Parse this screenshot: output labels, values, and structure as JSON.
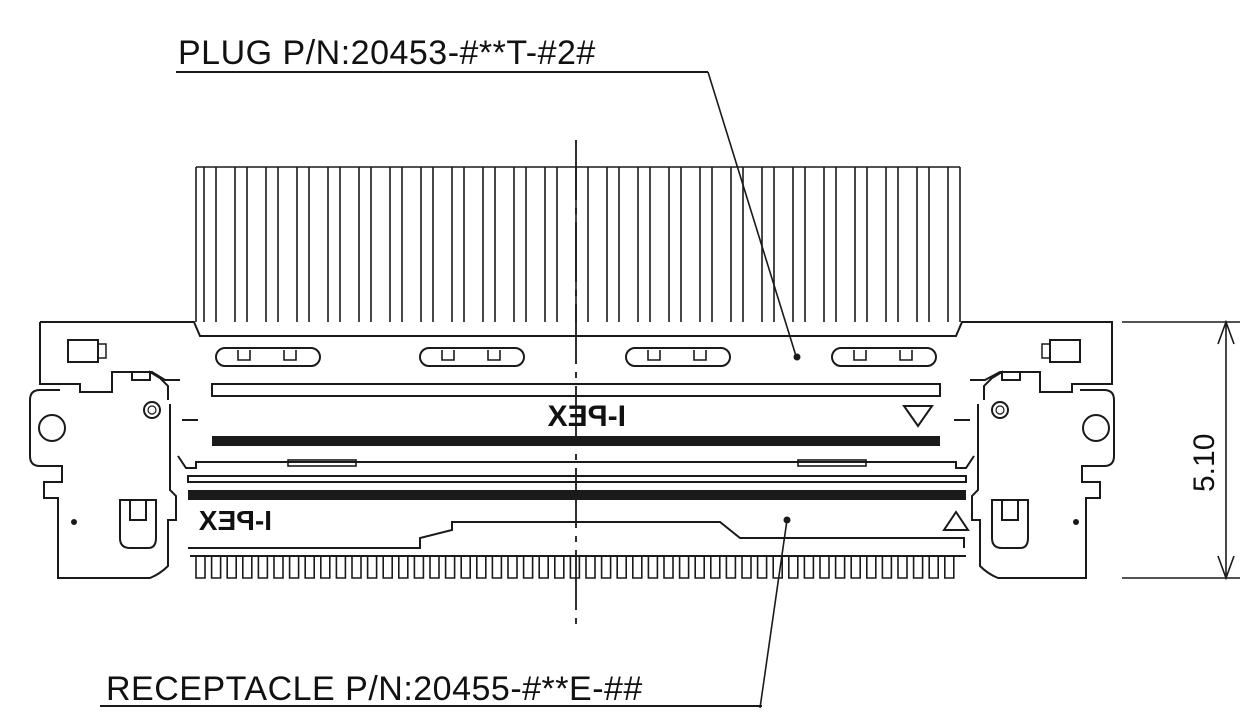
{
  "labels": {
    "plug_pn": "PLUG P/N:20453-#**T-#2#",
    "receptacle_pn": "RECEPTACLE P/N:20455-#**E-##",
    "height_dimension": "5.10",
    "brand_mark": "I-PEX"
  },
  "colors": {
    "line": "#1a1a1a",
    "background": "#ffffff"
  }
}
